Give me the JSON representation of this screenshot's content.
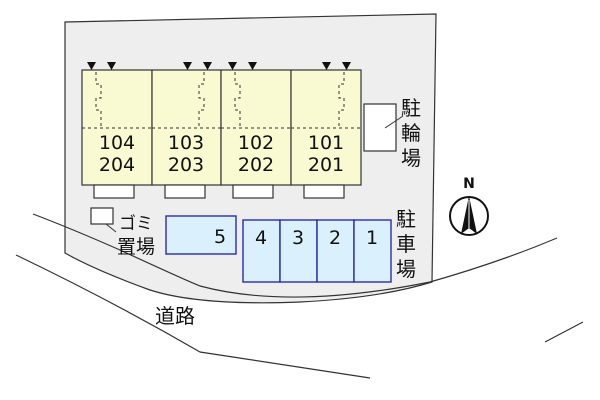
{
  "units": [
    {
      "upper": "104",
      "lower": "204"
    },
    {
      "upper": "103",
      "lower": "203"
    },
    {
      "upper": "102",
      "lower": "202"
    },
    {
      "upper": "101",
      "lower": "201"
    }
  ],
  "bicycle_parking": {
    "chars": [
      "駐",
      "輪",
      "場"
    ]
  },
  "car_parking": {
    "chars": [
      "駐",
      "車",
      "場"
    ],
    "spaces": [
      "5",
      "4",
      "3",
      "2",
      "1"
    ]
  },
  "garbage": {
    "line1": "ゴミ",
    "line2": "置場"
  },
  "compass": {
    "label": "N"
  },
  "road": {
    "label": "道路"
  },
  "colors": {
    "lot": "#eeeeee",
    "building": "#fafad2",
    "parking_fill": "#daf0fc",
    "parking_border": "#2b2ba8"
  }
}
